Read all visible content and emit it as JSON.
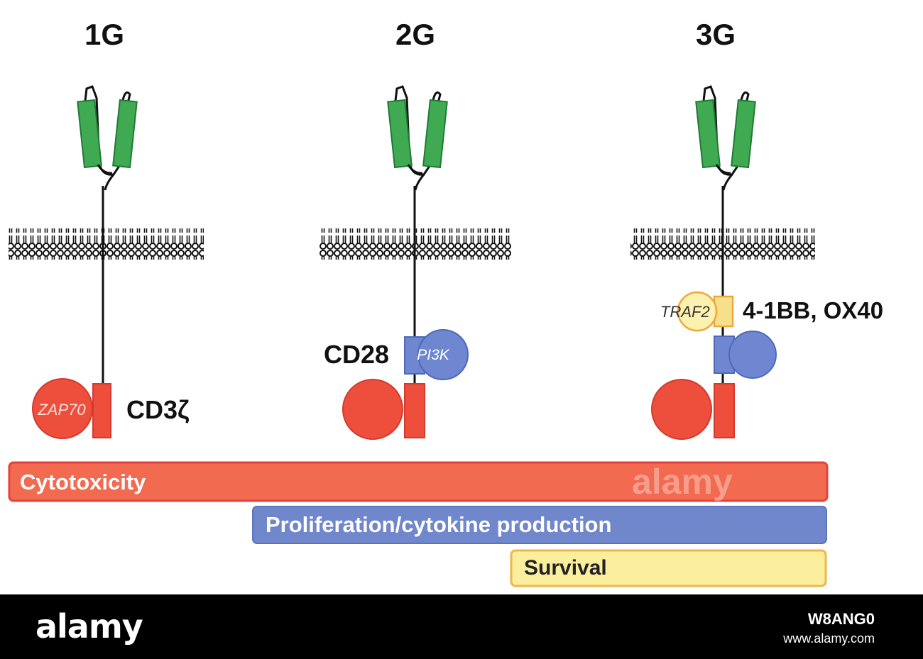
{
  "generations": [
    {
      "id": "1g",
      "title": "1G",
      "domain_label": "CD3ζ",
      "kinase_label": "ZAP70"
    },
    {
      "id": "2g",
      "title": "2G",
      "domain_label": "CD28",
      "kinase_label": "PI3K"
    },
    {
      "id": "3g",
      "title": "3G",
      "domain_label": "4-1BB, OX40",
      "kinase_label": "TRAF2"
    }
  ],
  "function_bars": [
    {
      "id": "cytotoxicity",
      "label": "Cytotoxicity",
      "color": "#f26a50",
      "border": "#e8403b"
    },
    {
      "id": "proliferation",
      "label": "Proliferation/cytokine production",
      "color": "#7187cc",
      "border": "#5b74c2"
    },
    {
      "id": "survival",
      "label": "Survival",
      "color": "#fbee9c",
      "border": "#f1b54a"
    }
  ],
  "colors": {
    "scfv": "#3faa52",
    "scfv_stroke": "#1f7a35",
    "cd3z": "#ee4f3c",
    "cd28": "#6e87d0",
    "costim41bb": "#f7e08c",
    "costim41bb_stroke": "#f0a73a",
    "membrane": "#111111"
  },
  "watermark": {
    "logo": "alamy",
    "image_id": "W8ANG0",
    "url": "www.alamy.com"
  }
}
